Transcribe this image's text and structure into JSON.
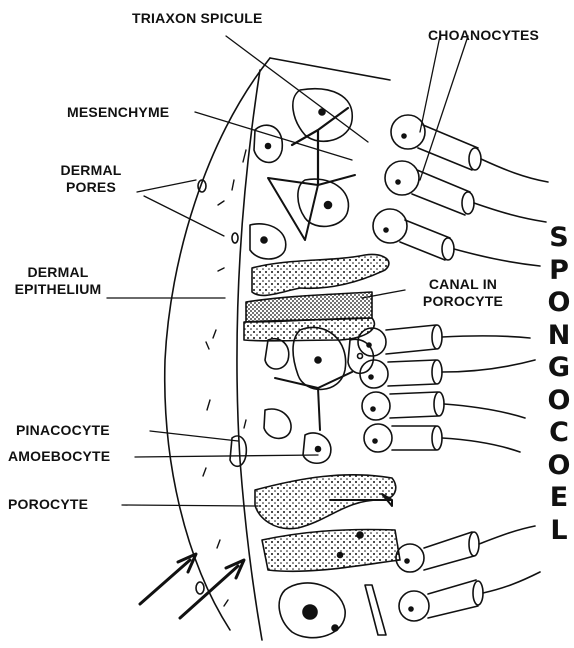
{
  "labels": {
    "triaxon_spicule": "TRIAXON SPICULE",
    "choanocytes": "CHOANOCYTES",
    "mesenchyme": "MESENCHYME",
    "dermal_pores_line1": "DERMAL",
    "dermal_pores_line2": "PORES",
    "dermal_epithelium_line1": "DERMAL",
    "dermal_epithelium_line2": "EPITHELIUM",
    "canal_line1": "CANAL IN",
    "canal_line2": "POROCYTE",
    "pinacocyte": "PINACOCYTE",
    "amoebocyte": "AMOEBOCYTE",
    "porocyte": "POROCYTE"
  },
  "spongocoel": [
    "S",
    "P",
    "O",
    "N",
    "G",
    "O",
    "C",
    "O",
    "E",
    "L"
  ],
  "colors": {
    "ink": "#111111",
    "background": "#ffffff"
  }
}
